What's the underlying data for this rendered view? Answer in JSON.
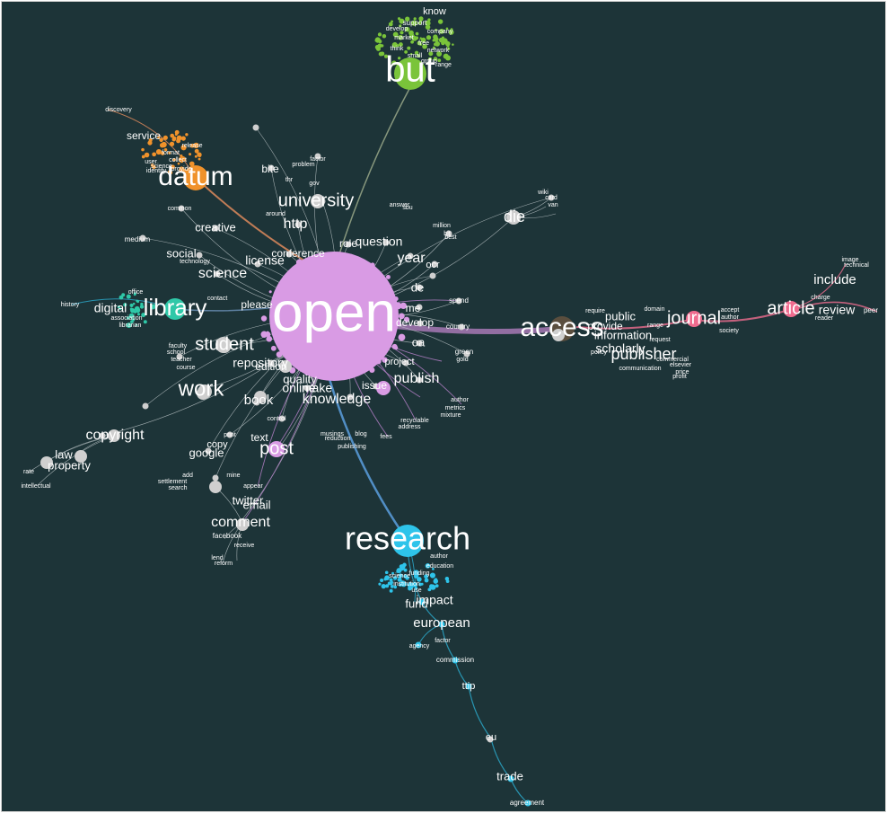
{
  "colors": {
    "background": "#1d3438",
    "open": "#d99be4",
    "but": "#7ac43a",
    "datum": "#f0922b",
    "library": "#2fc8a8",
    "access": "#5a4e3e",
    "journal": "#ef6b8e",
    "research": "#2ec4ea",
    "neutral": "#cfcfcf",
    "edge_open": "#b27fc4",
    "edge_access": "#a779b5",
    "edge_pink": "#e06a8a",
    "edge_research": "#5b9fde",
    "edge_cyan": "#2aa6c7",
    "edge_but": "#9aa98a",
    "edge_datum": "#dd8a5c",
    "edge_gray": "#b9c2c4"
  },
  "hubs": [
    {
      "id": "open",
      "label": "open",
      "color": "open"
    },
    {
      "id": "research",
      "label": "research",
      "color": "research"
    },
    {
      "id": "access",
      "label": "access",
      "color": "access"
    },
    {
      "id": "but",
      "label": "but",
      "color": "but"
    },
    {
      "id": "datum",
      "label": "datum",
      "color": "datum"
    },
    {
      "id": "library",
      "label": "library",
      "color": "library"
    },
    {
      "id": "journal",
      "label": "journal",
      "color": "journal"
    },
    {
      "id": "article",
      "label": "article",
      "color": "journal"
    }
  ],
  "labels": {
    "but_cluster": [
      "know",
      "support",
      "develop",
      "company",
      "market",
      "free",
      "think",
      "network",
      "small",
      "group",
      "range"
    ],
    "datum_cluster": [
      "service",
      "discovery",
      "release",
      "format",
      "collect",
      "science",
      "user",
      "provide",
      "identify"
    ],
    "top_cluster": [
      "bite",
      "factor",
      "problem",
      "thr",
      "gov",
      "university",
      "http",
      "around",
      "common",
      "creative",
      "medium",
      "social",
      "technology",
      "license",
      "science",
      "conference",
      "role",
      "question",
      "year",
      "ocr",
      "de",
      "die",
      "wiki",
      "card",
      "van",
      "sbu",
      "answer",
      "million",
      "bit",
      "best",
      "spend",
      "me",
      "develop",
      "country",
      "oa",
      "green",
      "gold"
    ],
    "left_cluster": [
      "history",
      "office",
      "digital",
      "association",
      "librarian",
      "contact",
      "please",
      "student",
      "faculty",
      "school",
      "teacher",
      "course",
      "repository",
      "edition",
      "quality",
      "work",
      "book",
      "project",
      "online",
      "make",
      "publish",
      "knowledge",
      "issue",
      "author",
      "metrics",
      "mixture",
      "recyclable",
      "address",
      "fees",
      "copyright",
      "law",
      "property",
      "intellectual",
      "rate",
      "google",
      "copy",
      "text",
      "post",
      "print",
      "control",
      "settlement",
      "search",
      "add",
      "mine",
      "appear",
      "twitter",
      "email",
      "comment",
      "facebook",
      "receive",
      "lend",
      "reform",
      "publishing",
      "reduction",
      "blog",
      "musings"
    ],
    "access_cluster": [
      "public",
      "provide",
      "information",
      "scholarly",
      "publisher",
      "require",
      "domain",
      "range",
      "request",
      "commercial",
      "elsevier",
      "price",
      "profit",
      "communication",
      "policy",
      "accept",
      "author",
      "society",
      "include",
      "image",
      "technical",
      "charge",
      "review",
      "peer",
      "reader"
    ],
    "research_cluster": [
      "author",
      "education",
      "funding",
      "impact",
      "fund",
      "european",
      "agency",
      "factor",
      "commission",
      "ttip",
      "eu",
      "trade",
      "agreement",
      "science",
      "institution",
      "use"
    ]
  }
}
